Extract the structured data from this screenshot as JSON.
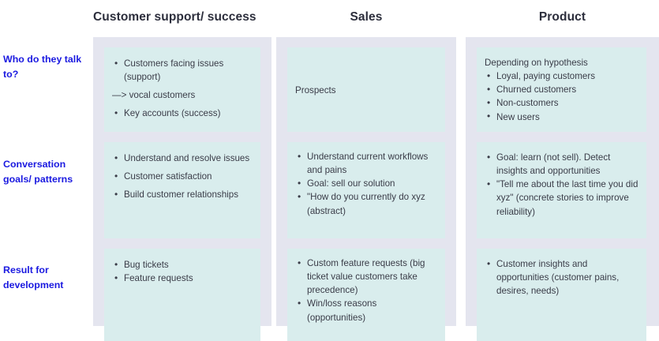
{
  "headers": {
    "col1": "Customer support/ success",
    "col2": "Sales",
    "col3": "Product"
  },
  "row_labels": {
    "row1": "Who do they talk to?",
    "row2": "Conversation goals/ patterns",
    "row3": "Result for development"
  },
  "colors": {
    "panel_bg": "#e4e5ef",
    "card_bg": "#d9eded",
    "row_label": "#1a19e0",
    "header_text": "#2c2e3c",
    "body_text": "#3a3c48",
    "page_bg": "#ffffff"
  },
  "cells": {
    "support_row1": {
      "items": [
        {
          "text": "Customers facing issues (support)",
          "bullet": true
        },
        {
          "text": "—> vocal customers",
          "bullet": false
        },
        {
          "text": "Key accounts (success)",
          "bullet": true
        }
      ]
    },
    "sales_row1": {
      "lead": "Prospects",
      "items": []
    },
    "product_row1": {
      "lead": "Depending on hypothesis",
      "items": [
        {
          "text": "Loyal, paying customers",
          "bullet": true
        },
        {
          "text": "Churned customers",
          "bullet": true
        },
        {
          "text": "Non-customers",
          "bullet": true
        },
        {
          "text": "New users",
          "bullet": true
        }
      ]
    },
    "support_row2": {
      "items": [
        {
          "text": "Understand and resolve issues",
          "bullet": true
        },
        {
          "text": "Customer satisfaction",
          "bullet": true
        },
        {
          "text": "Build customer relationships",
          "bullet": true
        }
      ]
    },
    "sales_row2": {
      "items": [
        {
          "text": "Understand current workflows and pains",
          "bullet": true
        },
        {
          "text": "Goal: sell our solution",
          "bullet": true
        },
        {
          "text": "\"How do you currently do xyz (abstract)",
          "bullet": true
        }
      ]
    },
    "product_row2": {
      "items": [
        {
          "text": "Goal: learn (not sell). Detect insights and opportunities",
          "bullet": true
        },
        {
          "text": "\"Tell me about the last time you did xyz\" (concrete stories to improve reliability)",
          "bullet": true
        }
      ]
    },
    "support_row3": {
      "items": [
        {
          "text": "Bug tickets",
          "bullet": true
        },
        {
          "text": "Feature requests",
          "bullet": true
        }
      ]
    },
    "sales_row3": {
      "items": [
        {
          "text": "Custom feature requests (big ticket value customers take precedence)",
          "bullet": true
        },
        {
          "text": "Win/loss reasons (opportunities)",
          "bullet": true
        }
      ]
    },
    "product_row3": {
      "items": [
        {
          "text": "Customer insights and opportunities (customer pains, desires, needs)",
          "bullet": true
        }
      ]
    }
  }
}
